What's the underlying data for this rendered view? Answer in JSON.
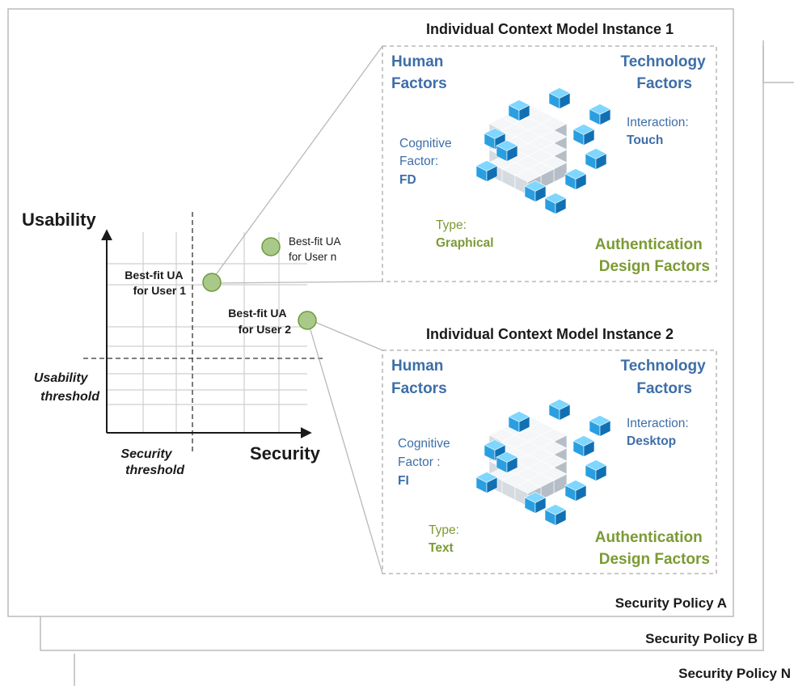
{
  "policies": [
    {
      "label": "Security Policy A"
    },
    {
      "label": "Security Policy B"
    },
    {
      "label": "Security Policy N"
    }
  ],
  "chart": {
    "y_axis_label": "Usability",
    "x_axis_label": "Security",
    "usability_threshold": [
      "Usability",
      "threshold"
    ],
    "security_threshold": [
      "Security",
      "threshold"
    ],
    "points": [
      {
        "label": [
          "Best-fit UA",
          "for User 1"
        ]
      },
      {
        "label": [
          "Best-fit UA",
          "for User 2"
        ]
      },
      {
        "label": [
          "Best-fit UA",
          "for User n"
        ]
      }
    ],
    "point_color": "#a9c98a",
    "point_stroke": "#6e9a3a"
  },
  "instances": [
    {
      "title": "Individual Context Model Instance 1",
      "human_factors": [
        "Human",
        "Factors"
      ],
      "technology_factors": [
        "Technology",
        "Factors"
      ],
      "authentication_factors": [
        "Authentication",
        "Design Factors"
      ],
      "cognitive": [
        "Cognitive",
        "Factor:"
      ],
      "cognitive_value": "FD",
      "interaction": "Interaction:",
      "interaction_value": "Touch",
      "type": "Type:",
      "type_value": "Graphical"
    },
    {
      "title": "Individual Context Model Instance 2",
      "human_factors": [
        "Human",
        "Factors"
      ],
      "technology_factors": [
        "Technology",
        "Factors"
      ],
      "authentication_factors": [
        "Authentication",
        "Design Factors"
      ],
      "cognitive": [
        "Cognitive",
        "Factor :"
      ],
      "cognitive_value": "FI",
      "interaction": "Interaction:",
      "interaction_value": "Desktop",
      "type": "Type:",
      "type_value": "Text"
    }
  ],
  "colors": {
    "human_tech": "#3d6ea8",
    "auth": "#7c9a34",
    "cube_face": "#e4e8ec",
    "cube_blue": "#2b9ad9"
  }
}
